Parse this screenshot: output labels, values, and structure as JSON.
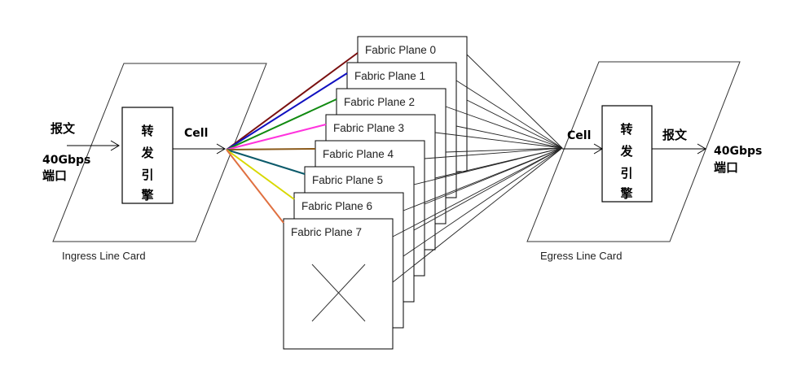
{
  "ingress": {
    "input_label": "报文",
    "port_line1": "40Gbps",
    "port_line2": "端口",
    "engine_chars": [
      "转",
      "发",
      "引",
      "擎"
    ],
    "cell_label": "Cell",
    "card_label": "Ingress Line Card"
  },
  "fabric": {
    "planes": [
      "Fabric Plane 0",
      "Fabric Plane 1",
      "Fabric Plane 2",
      "Fabric Plane 3",
      "Fabric Plane 4",
      "Fabric Plane 5",
      "Fabric Plane 6",
      "Fabric Plane 7"
    ],
    "line_colors": [
      "#7a1010",
      "#1010c0",
      "#108a10",
      "#ff33dd",
      "#8b5a1a",
      "#0b5a6a",
      "#d8d800",
      "#e07040"
    ]
  },
  "egress": {
    "cell_label": "Cell",
    "engine_chars": [
      "转",
      "发",
      "引",
      "擎"
    ],
    "output_label": "报文",
    "port_line1": "40Gbps",
    "port_line2": "端口",
    "card_label": "Egress Line Card"
  }
}
